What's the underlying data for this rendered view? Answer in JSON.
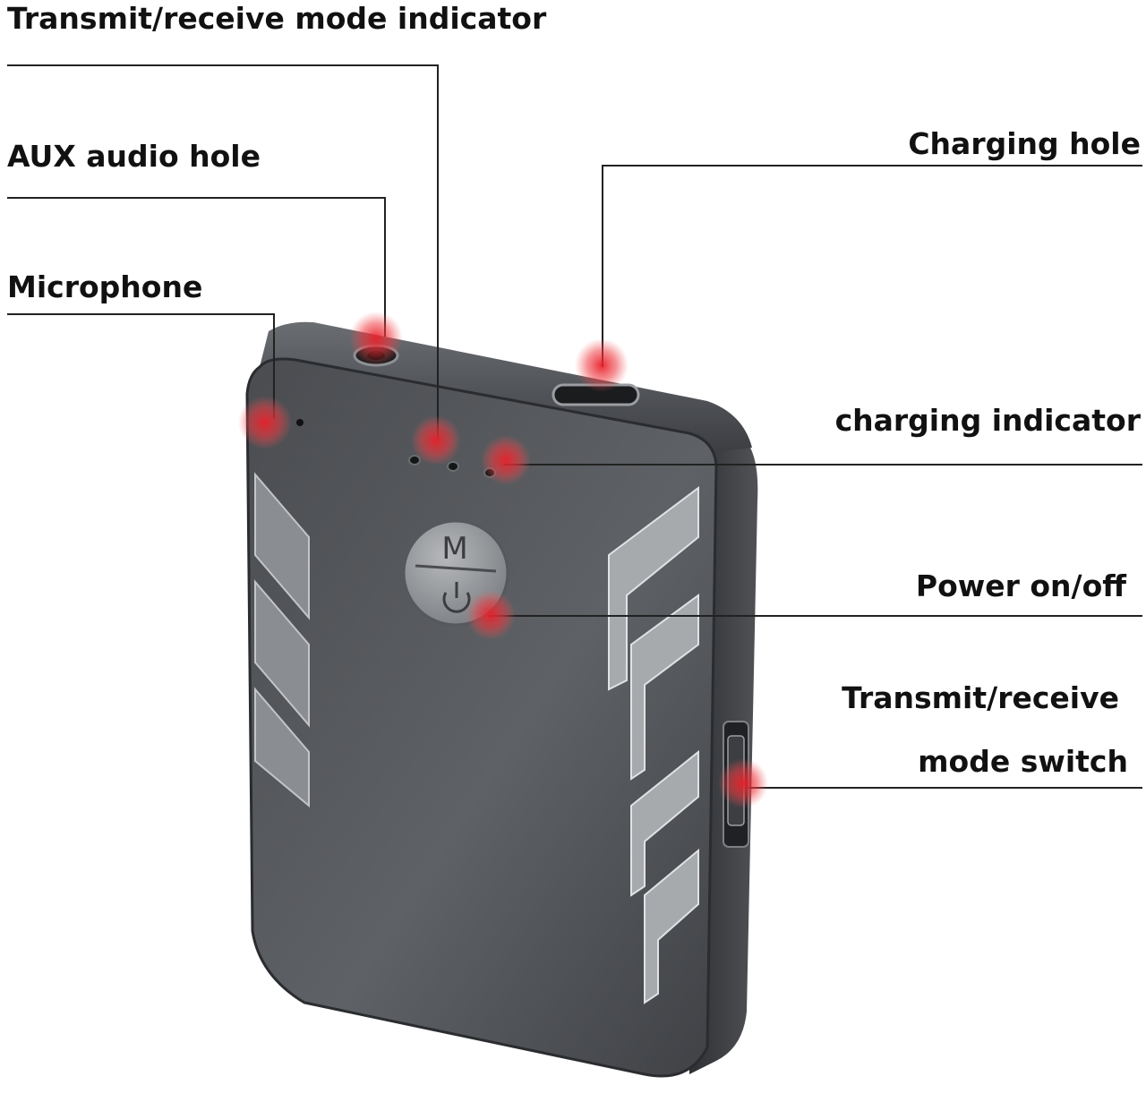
{
  "labels": {
    "mode_indicator": "Transmit/receive mode indicator",
    "aux_hole": "AUX audio hole",
    "microphone": "Microphone",
    "charging_hole": "Charging hole",
    "charging_indicator": "charging indicator",
    "power": "Power on/off",
    "mode_switch_line1": "Transmit/receive",
    "mode_switch_line2": "mode switch"
  },
  "button": {
    "mode_glyph": "M"
  },
  "colors": {
    "leader_line": "#222222",
    "body_dark": "#3a3c40",
    "body_light": "#6d7075",
    "accent_stripe": "#c9cbce",
    "highlight": "#e8202a"
  },
  "icons": {
    "power": "power-icon"
  }
}
